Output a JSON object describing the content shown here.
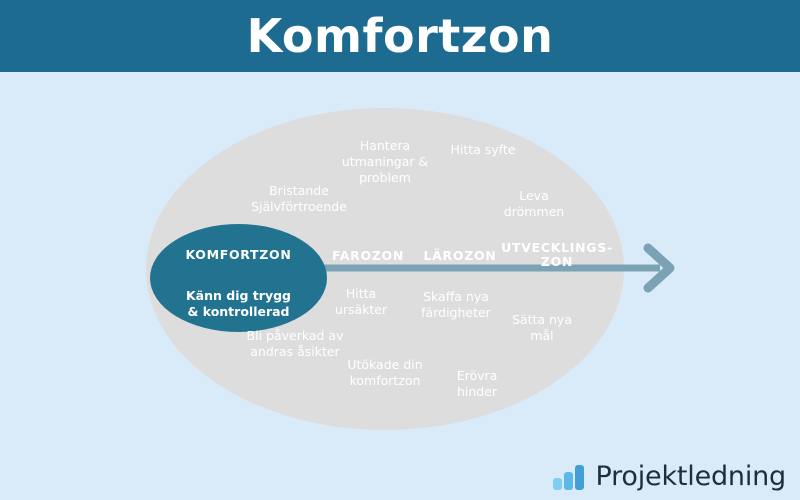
{
  "header": {
    "title": "Komfortzon",
    "background_color": "#1e6b91",
    "text_color": "#ffffff"
  },
  "canvas": {
    "background_color": "#d9ebf8"
  },
  "diagram": {
    "outer_zone_color": "#dddddd",
    "inner_zone_color": "#21738f",
    "arrow_color": "#7ba3b5",
    "zones": [
      {
        "label": "KOMFORTZON"
      },
      {
        "label": "FAROZON"
      },
      {
        "label": "LÄROZON"
      },
      {
        "label": "UTVECKLINGS-ZON"
      }
    ],
    "inner_caption": "Känn  dig trygg\n& kontrollerad",
    "inner_caption_line1": "Känn  dig trygg",
    "inner_caption_line2": "& kontrollerad",
    "items": [
      {
        "id": "hantera",
        "line1": "Hantera",
        "line2": "utmaningar  &",
        "line3": "problem"
      },
      {
        "id": "hitta-syfte",
        "line1": "Hitta syfte",
        "line2": "",
        "line3": ""
      },
      {
        "id": "bristande",
        "line1": "Bristande",
        "line2": "Självförtroende",
        "line3": ""
      },
      {
        "id": "leva",
        "line1": "Leva",
        "line2": "drömmen",
        "line3": ""
      },
      {
        "id": "hitta-ursakt",
        "line1": "Hitta",
        "line2": "ursäkter",
        "line3": ""
      },
      {
        "id": "skaffa",
        "line1": "Skaffa nya",
        "line2": "färdigheter",
        "line3": ""
      },
      {
        "id": "satta",
        "line1": "Sätta nya",
        "line2": "mål",
        "line3": ""
      },
      {
        "id": "bli-paverkad",
        "line1": "Bli påverkad av",
        "line2": "andras åsikter",
        "line3": ""
      },
      {
        "id": "utokade",
        "line1": "Utökade din",
        "line2": "komfortzon",
        "line3": ""
      },
      {
        "id": "erovra",
        "line1": "Erövra",
        "line2": "hinder",
        "line3": ""
      }
    ]
  },
  "logo": {
    "text": "Projektledning",
    "text_color": "#1f2d3d",
    "bar_color_light": "#7fcdf5",
    "bar_color_dark": "#3f9fd6"
  }
}
